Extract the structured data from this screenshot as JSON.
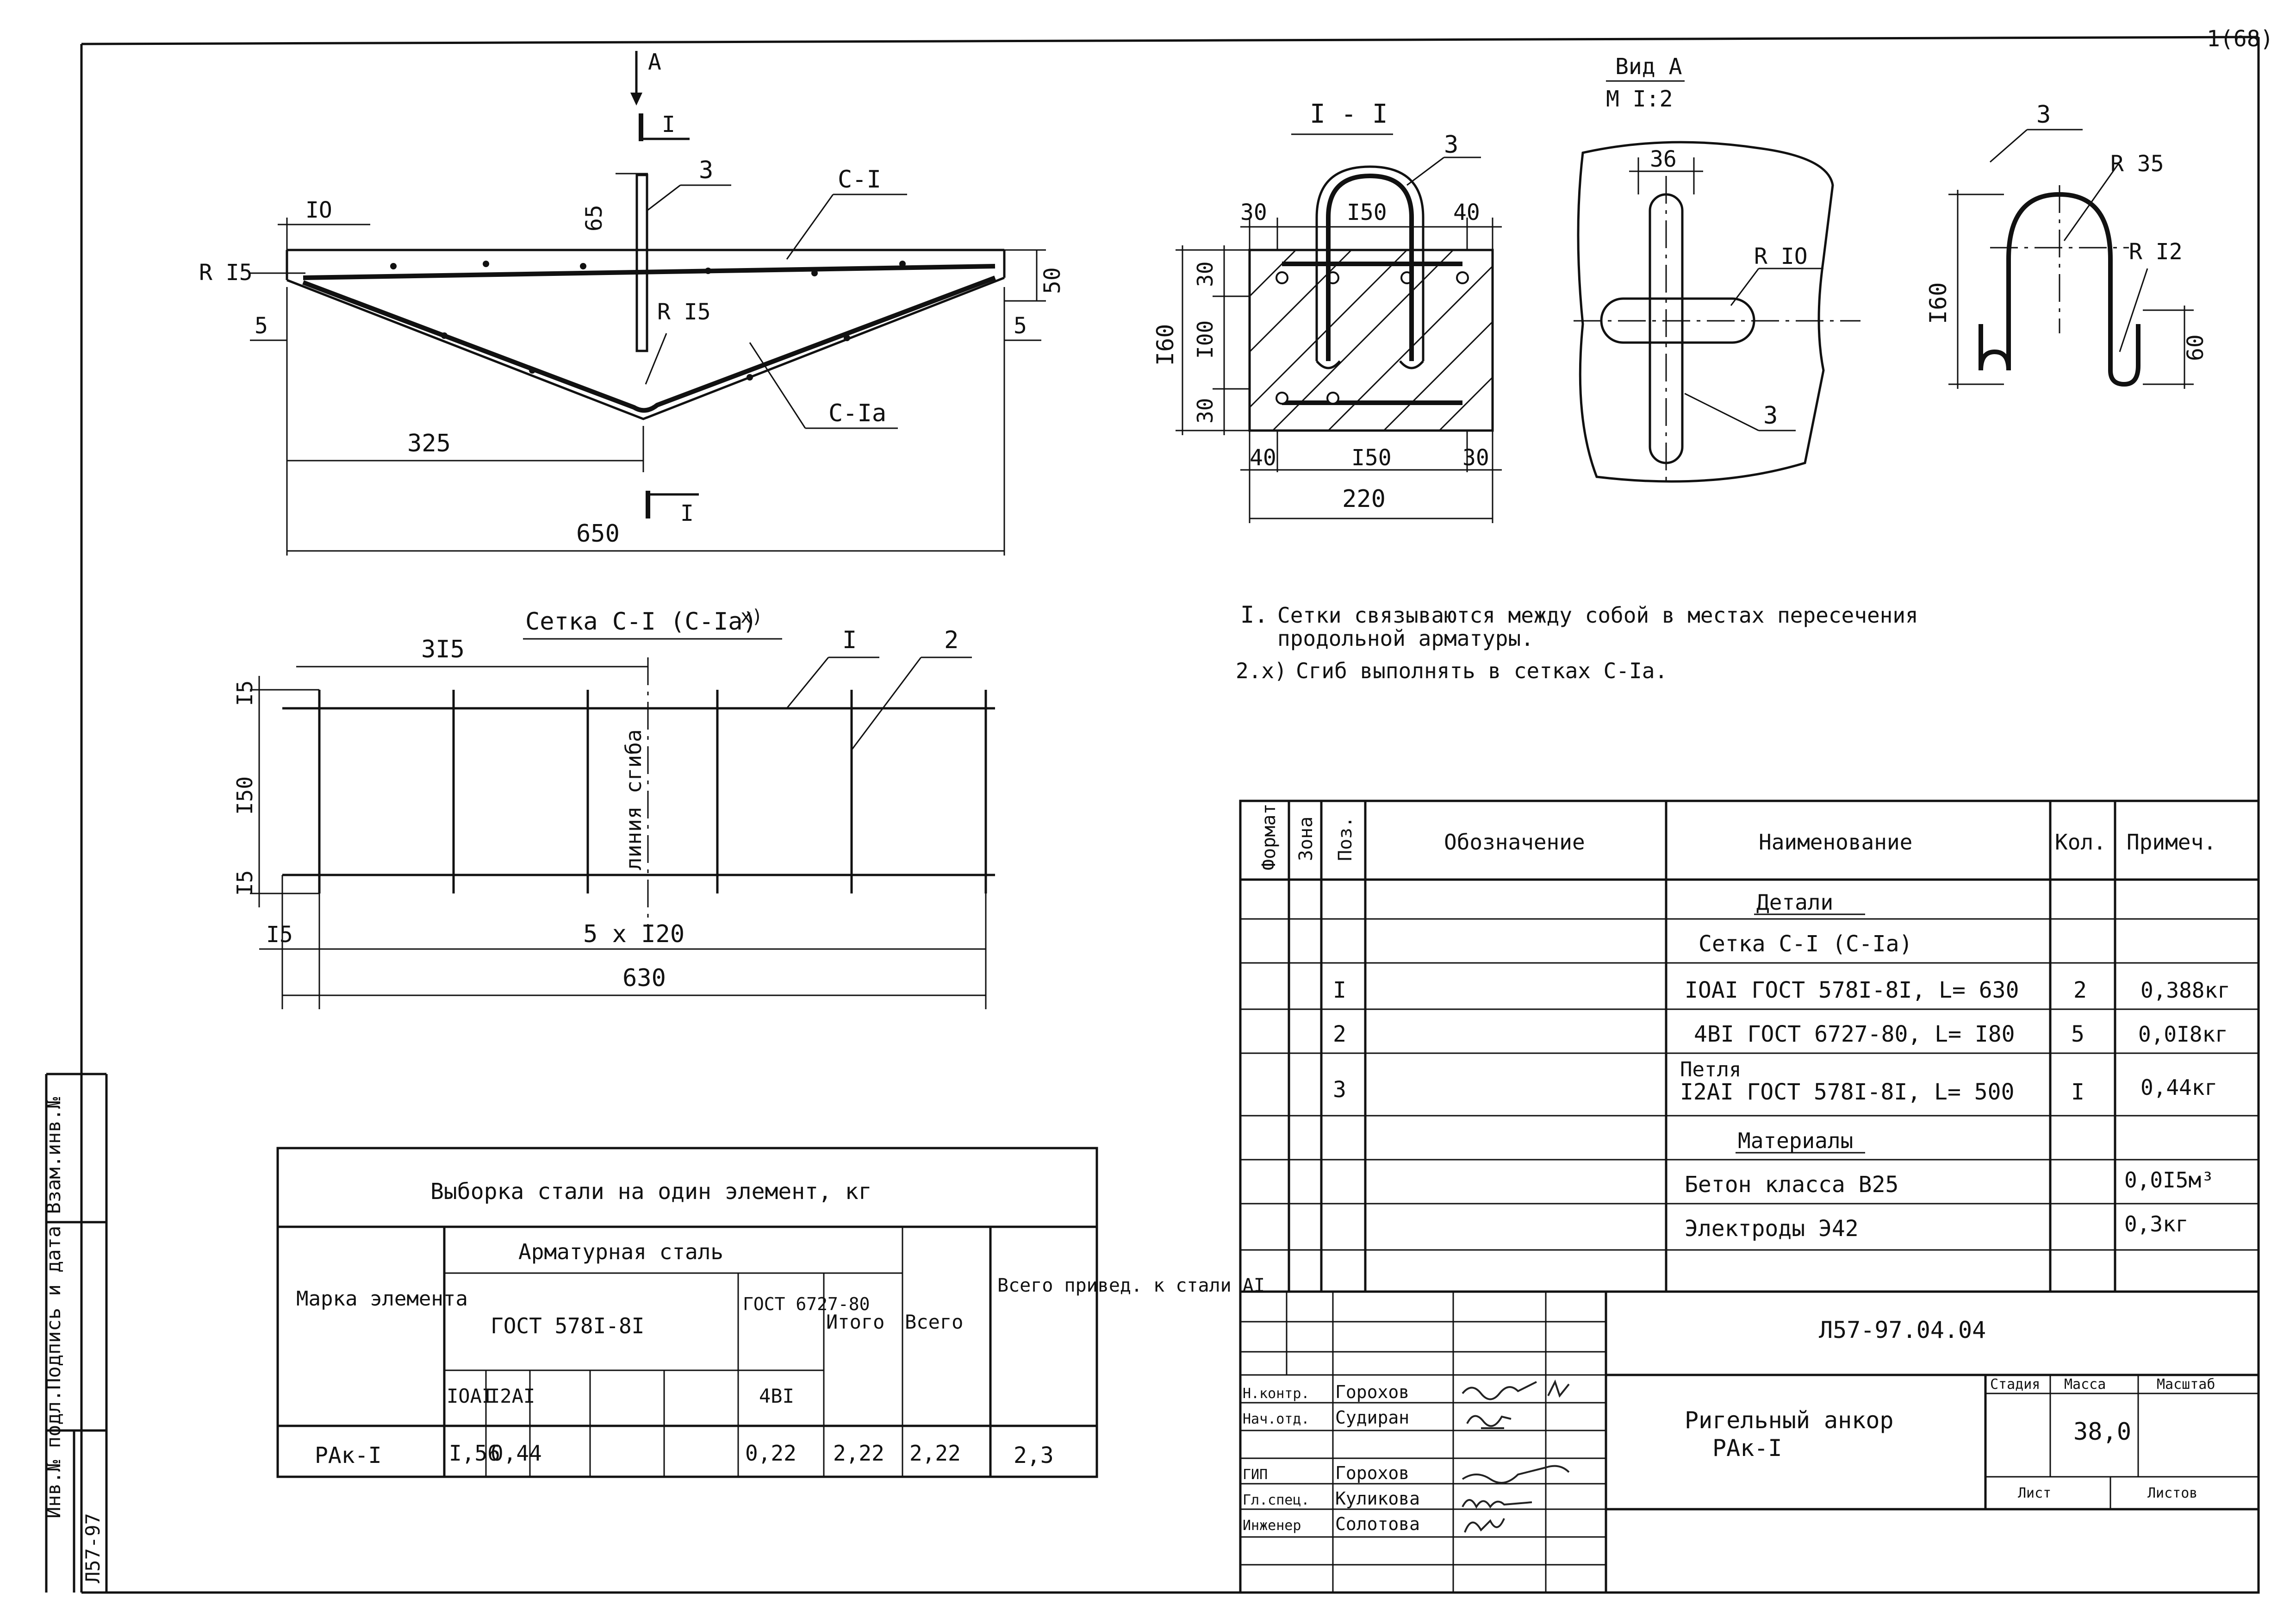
{
  "sheet": {
    "number": "1(68)"
  },
  "side_stamp": {
    "label": "Инв.№ подл.Подпись и дата Взам.инв.№",
    "code": "Л57-97"
  },
  "elevation": {
    "view_arrow": "A",
    "section_mark": "I",
    "pos_bar": "3",
    "pos_mesh_top": "С-I",
    "pos_mesh_bottom": "С-Iа",
    "dims": {
      "top_offset": "IO",
      "rod_height": "65",
      "left_radius": "R I5",
      "center_radius": "R I5",
      "right_height": "50",
      "left_edge": "5",
      "right_edge": "5",
      "half": "325",
      "total": "650"
    }
  },
  "section": {
    "title": "I - I",
    "pos": "3",
    "top_dims": [
      "30",
      "I50",
      "40"
    ],
    "left_dims": [
      "30",
      "I00",
      "30"
    ],
    "height": "I60",
    "bottom_dims": [
      "40",
      "I50",
      "30"
    ],
    "width": "220"
  },
  "view_a": {
    "title": "Вид А",
    "scale": "М I:2",
    "width": "36",
    "radius": "R IO",
    "pos": "3"
  },
  "loop": {
    "pos": "3",
    "outer_radius": "R 35",
    "inner_radius": "R I2",
    "height": "I60",
    "leg": "60"
  },
  "mesh": {
    "title": "Сетка С-I (С-Iа)",
    "title_mark": "x)",
    "pos1": "I",
    "pos2": "2",
    "bend_line": "линия сгиба",
    "dims": {
      "offset": "3I5",
      "edge_top": "I5",
      "middle": "I50",
      "edge_bottom": "I5",
      "edge_left": "I5",
      "spacing": "5 x I20",
      "total": "630"
    }
  },
  "notes": [
    {
      "num": "I.",
      "text": "Сетки связываются между собой в местах пересечения"
    },
    {
      "num": "",
      "text": "продольной арматуры."
    },
    {
      "num": "2.x)",
      "text": "Сгиб выполнять в сетках С-Iа."
    }
  ],
  "spec": {
    "headers": [
      "Формат",
      "Зона",
      "Поз.",
      "Обозначение",
      "Наименование",
      "Кол.",
      "Примеч."
    ],
    "rows": [
      {
        "pos": "",
        "name": "Детали",
        "qty": "",
        "note": "",
        "underline": true
      },
      {
        "pos": "",
        "name": "Сетка С-I (С-Iа)",
        "qty": "",
        "note": "",
        "underline": false
      },
      {
        "pos": "I",
        "name": "IOAI ГОСТ 578I-8I, L= 630",
        "qty": "2",
        "note": "0,388кг",
        "underline": false
      },
      {
        "pos": "2",
        "name": "4BI ГОСТ 6727-80, L= I80",
        "qty": "5",
        "note": "0,0I8кг",
        "underline": false
      },
      {
        "pos": "3",
        "name": "Петля",
        "name2": "I2AI ГОСТ 578I-8I, L= 500",
        "qty": "I",
        "note": "0,44кг",
        "underline": false
      },
      {
        "pos": "",
        "name": "Материалы",
        "qty": "",
        "note": "",
        "underline": true
      },
      {
        "pos": "",
        "name": "Бетон класса В25",
        "qty": "",
        "note": "0,0I5м³",
        "underline": false
      },
      {
        "pos": "",
        "name": "Электроды Э42",
        "qty": "",
        "note": "0,3кг",
        "underline": false
      }
    ]
  },
  "steel": {
    "title": "Выборка стали на один элемент, кг",
    "brand_header": "Марка элемента",
    "rebar_header": "Арматурная сталь",
    "gost1": "ГОСТ 578I-8I",
    "gost2": "ГОСТ 6727-80",
    "itogo": "Итого",
    "vsego": "Всего",
    "total_header": "Всего привед. к стали AI",
    "subcols": [
      "IOAI",
      "I2AI",
      "",
      "",
      "4BI"
    ],
    "row": {
      "brand": "РАк-I",
      "v1": "I,56",
      "v2": "0,44",
      "v3": "",
      "v4": "",
      "v5": "0,22",
      "itogo": "2,22",
      "vsego": "2,22",
      "total": "2,3"
    }
  },
  "titleblock": {
    "code": "Л57-97.04.04",
    "title1": "Ригельный анкор",
    "title2": "РАк-I",
    "stage_h": "Стадия",
    "mass_h": "Масса",
    "scale_h": "Масштаб",
    "mass": "38,0",
    "sheet_h": "Лист",
    "sheets_h": "Листов",
    "people": [
      {
        "role": "Н.контр.",
        "name": "Горохов"
      },
      {
        "role": "Нач.отд.",
        "name": "Судиран"
      },
      {
        "role": "ГИП",
        "name": "Горохов"
      },
      {
        "role": "Гл.спец.",
        "name": "Куликова"
      },
      {
        "role": "Инженер",
        "name": "Солотова"
      }
    ]
  }
}
